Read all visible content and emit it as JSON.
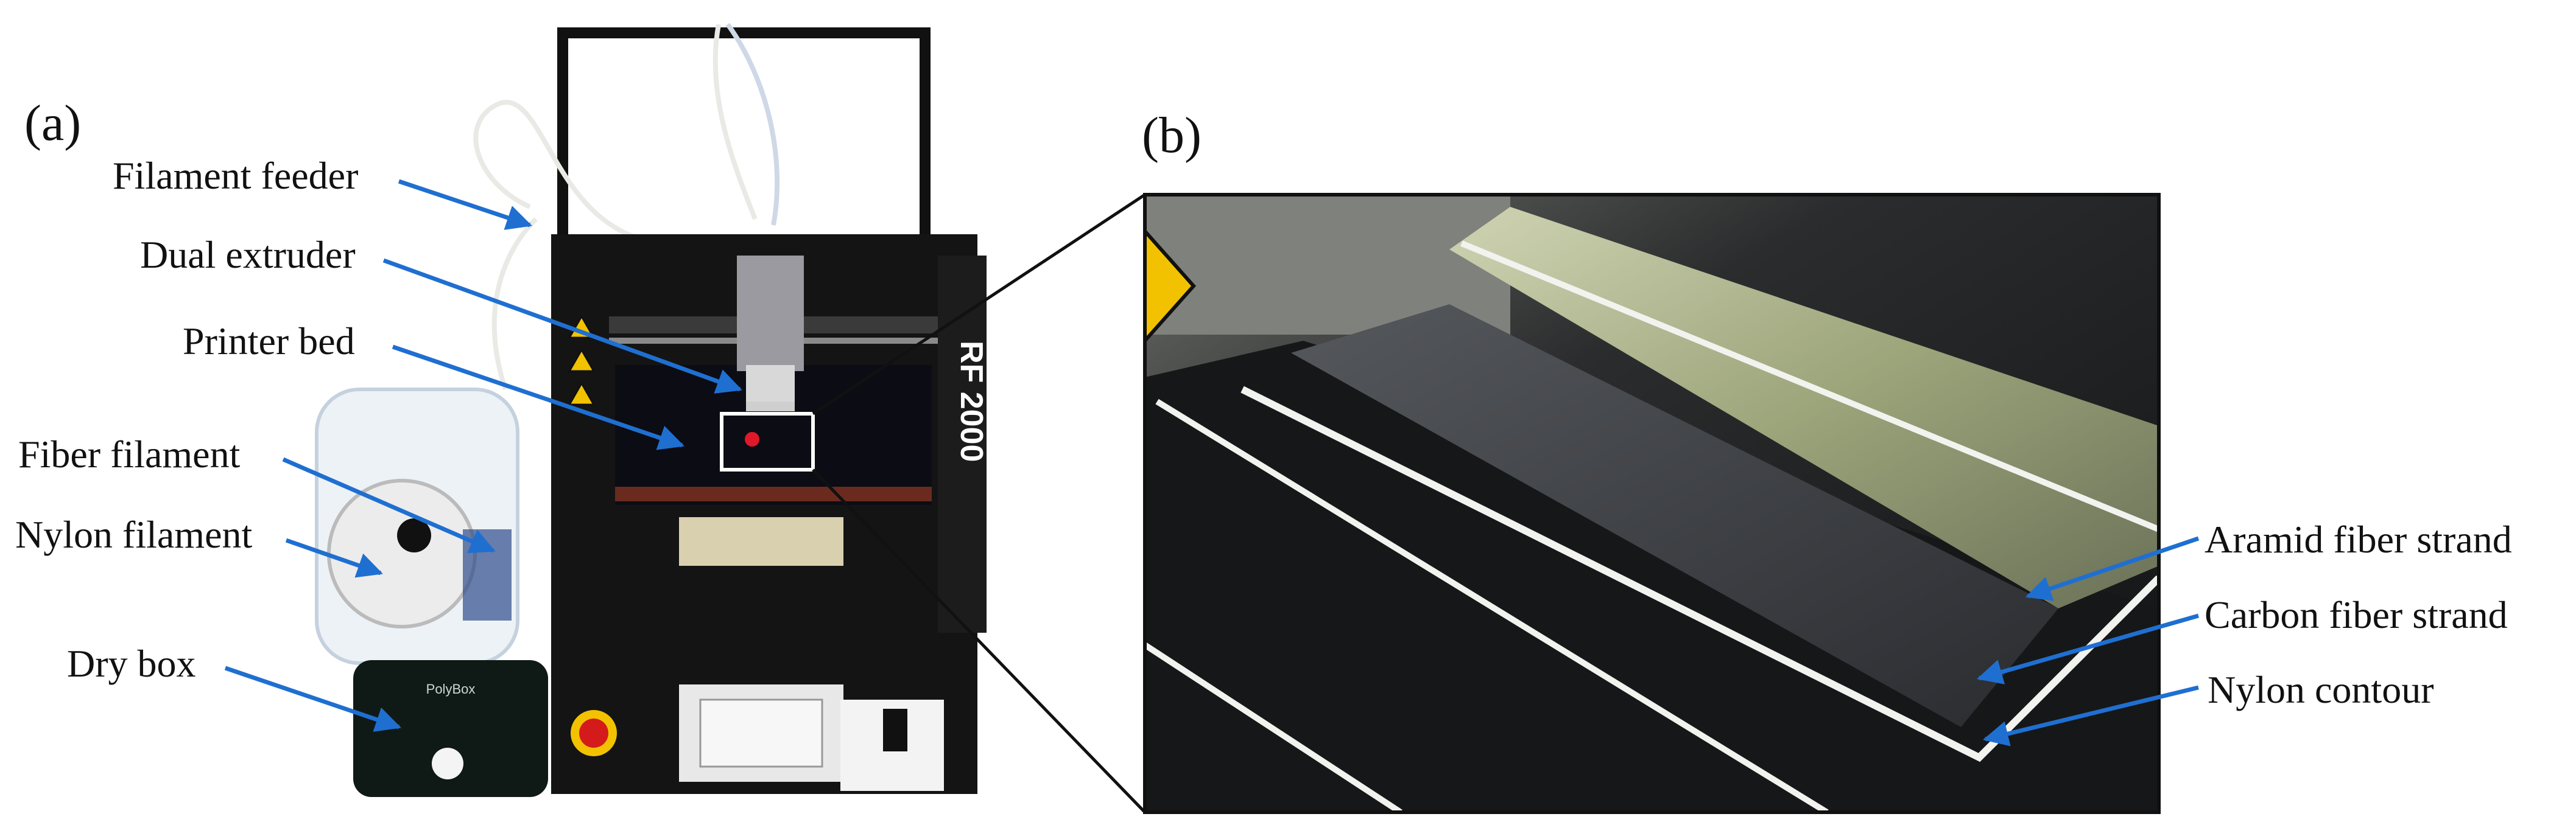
{
  "panels": {
    "a": {
      "label": "(a)"
    },
    "b": {
      "label": "(b)"
    }
  },
  "printer": {
    "model_text": "RF 2000",
    "drybox_text": "PolyBox"
  },
  "callouts_a": [
    {
      "id": "filament-feeder",
      "text": "Filament feeder"
    },
    {
      "id": "dual-extruder",
      "text": "Dual extruder"
    },
    {
      "id": "printer-bed",
      "text": "Printer bed"
    },
    {
      "id": "fiber-filament",
      "text": "Fiber filament"
    },
    {
      "id": "nylon-filament",
      "text": "Nylon filament"
    },
    {
      "id": "dry-box",
      "text": "Dry box"
    }
  ],
  "callouts_b": [
    {
      "id": "aramid-fiber-strand",
      "text": "Aramid fiber strand"
    },
    {
      "id": "carbon-fiber-strand",
      "text": "Carbon fiber strand"
    },
    {
      "id": "nylon-contour",
      "text": "Nylon contour"
    }
  ],
  "colors": {
    "arrow": "#1f6fd1",
    "printer_body": "#141414",
    "bed": "#0c0c14",
    "drybox": "#0f1a16",
    "laser": "#e0182a",
    "cf_strand": "#3a3d42",
    "aramid_strand": "#b8b88a",
    "nylon": "#f2f2ee"
  }
}
